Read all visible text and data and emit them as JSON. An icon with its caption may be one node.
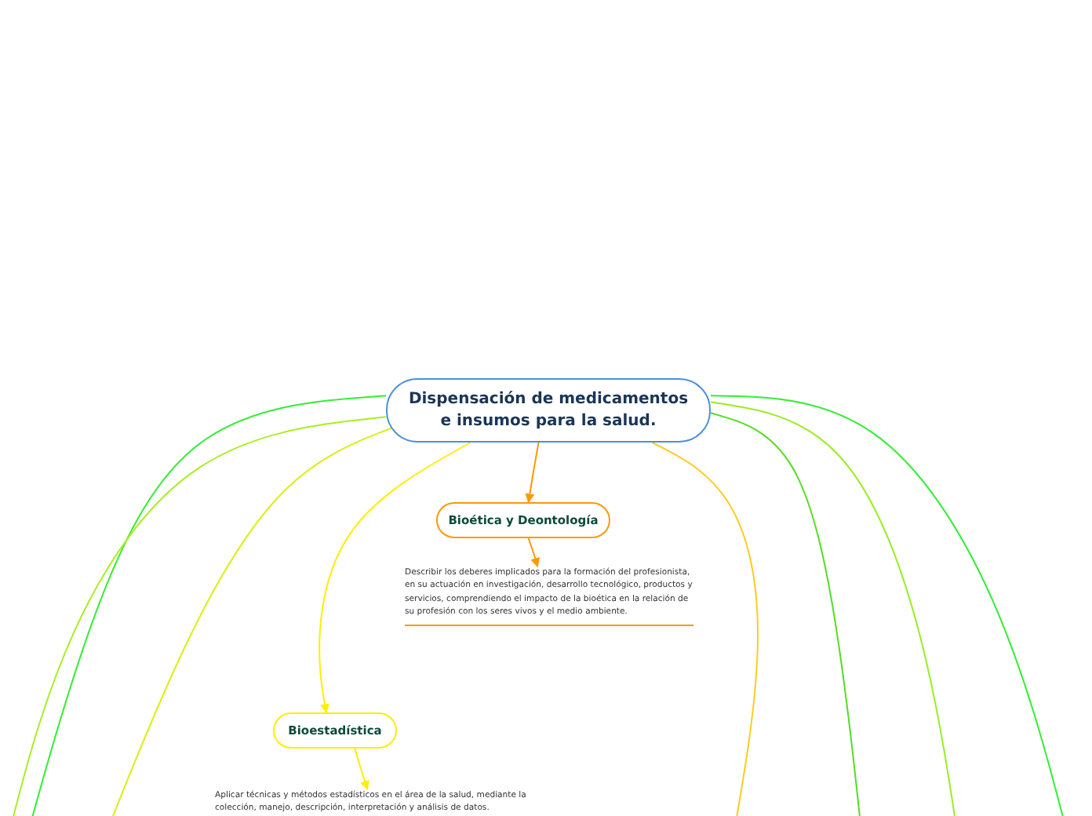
{
  "diagram": {
    "nodes": [
      {
        "text": [
          "Dispensación de medicamentos e insumos para la salud."
        ]
      },
      {
        "text": [
          "Bioética y Deontología"
        ]
      },
      {
        "text": [
          "Describir los deberes implicados para la formación del profesionista, en su actuación en investigación, desarrollo tecnológico, productos y servicios, comprendiendo el impacto de la bioética en la relación de su profesión con los seres vivos y el medio ambiente."
        ]
      },
      {
        "text": [
          "Bioestadística"
        ]
      },
      {
        "text": [
          "Aplicar técnicas y métodos estadísticos en el área de la salud, mediante la colección, manejo, descripción, interpretación y análisis de datos."
        ]
      }
    ],
    "edges": [
      {
        "from": 0,
        "to": 1,
        "arrow": "to",
        "color": "#ff9900"
      },
      {
        "from": 1,
        "to": 2,
        "arrow": "to",
        "color": "#ff9900"
      },
      {
        "from": 0,
        "to": 3,
        "arrow": "to",
        "color": "#ffee00"
      },
      {
        "from": 3,
        "to": 4,
        "arrow": "to",
        "color": "#ffee00"
      },
      {
        "from": 0,
        "to": null,
        "arrow": "none",
        "color": "#33ee33"
      },
      {
        "from": 0,
        "to": null,
        "arrow": "none",
        "color": "#aaee22"
      },
      {
        "from": 0,
        "to": null,
        "arrow": "none",
        "color": "#ddee11"
      },
      {
        "from": 0,
        "to": null,
        "arrow": "none",
        "color": "#33ee33"
      },
      {
        "from": 0,
        "to": null,
        "arrow": "none",
        "color": "#99ee22"
      },
      {
        "from": 0,
        "to": null,
        "arrow": "none",
        "color": "#55dd22"
      },
      {
        "from": 0,
        "to": null,
        "arrow": "none",
        "color": "#ffcc22"
      }
    ]
  }
}
